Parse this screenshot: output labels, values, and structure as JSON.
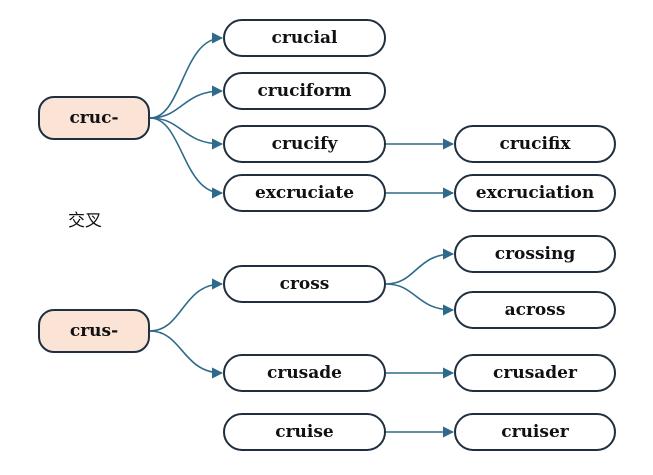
{
  "diagram": {
    "meaning_label": "交叉",
    "accent_color": "#2e6b8a",
    "root_fill": "#fbe3d6",
    "roots": [
      {
        "id": "cruc",
        "label": "cruc-"
      },
      {
        "id": "crus",
        "label": "crus-"
      }
    ],
    "words": [
      {
        "id": "crucial",
        "label": "crucial"
      },
      {
        "id": "cruciform",
        "label": "cruciform"
      },
      {
        "id": "crucify",
        "label": "crucify"
      },
      {
        "id": "excruciate",
        "label": "excruciate"
      },
      {
        "id": "crucifix",
        "label": "crucifix"
      },
      {
        "id": "excruciation",
        "label": "excruciation"
      },
      {
        "id": "cross",
        "label": "cross"
      },
      {
        "id": "crusade",
        "label": "crusade"
      },
      {
        "id": "crossing",
        "label": "crossing"
      },
      {
        "id": "across",
        "label": "across"
      },
      {
        "id": "crusader",
        "label": "crusader"
      },
      {
        "id": "cruise",
        "label": "cruise"
      },
      {
        "id": "cruiser",
        "label": "cruiser"
      }
    ],
    "edges": [
      {
        "from": "cruc",
        "to": "crucial"
      },
      {
        "from": "cruc",
        "to": "cruciform"
      },
      {
        "from": "cruc",
        "to": "crucify"
      },
      {
        "from": "cruc",
        "to": "excruciate"
      },
      {
        "from": "crucify",
        "to": "crucifix"
      },
      {
        "from": "excruciate",
        "to": "excruciation"
      },
      {
        "from": "crus",
        "to": "cross"
      },
      {
        "from": "crus",
        "to": "crusade"
      },
      {
        "from": "cross",
        "to": "crossing"
      },
      {
        "from": "cross",
        "to": "across"
      },
      {
        "from": "crusade",
        "to": "crusader"
      },
      {
        "from": "cruise",
        "to": "cruiser"
      }
    ]
  }
}
